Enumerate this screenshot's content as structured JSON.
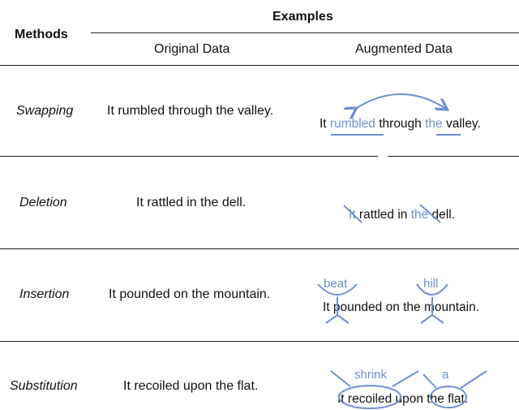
{
  "header": {
    "methods": "Methods",
    "examples": "Examples",
    "original": "Original Data",
    "augmented": "Augmented Data"
  },
  "rows": [
    {
      "method": "Swapping",
      "original": "It rumbled through the valley.",
      "aug": {
        "p1": "It ",
        "w1": "rumbled",
        "p2": " through ",
        "w2": "the",
        "p3": " valley."
      }
    },
    {
      "method": "Deletion",
      "original": "It rattled in the dell.",
      "aug": {
        "w1": "It",
        "p1": " rattled in ",
        "w2": "the",
        "p2": " dell."
      }
    },
    {
      "method": "Insertion",
      "original": "It pounded on the mountain.",
      "aug": {
        "text": "It pounded on the mountain.",
        "ins1": "beat",
        "ins2": "hill"
      }
    },
    {
      "method": "Substitution",
      "original": "It recoiled upon the flat.",
      "aug": {
        "text": "It recoiled upon the flat.",
        "sub1": "shrink",
        "sub2": "a"
      }
    }
  ],
  "colors": {
    "accent": "#6f8fcf",
    "rule": "#222222"
  }
}
